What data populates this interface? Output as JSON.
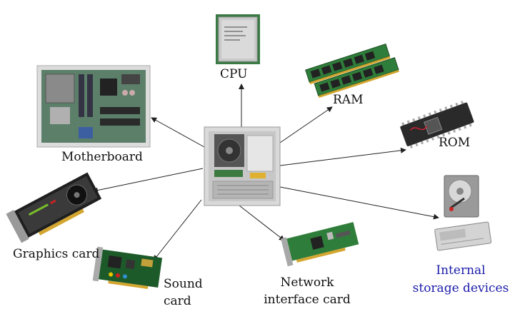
{
  "labels": {
    "cpu": "CPU",
    "ram": "RAM",
    "rom": "ROM",
    "motherboard": "Motherboard",
    "graphics_card": "Graphics card",
    "sound_card_line1": "Sound",
    "sound_card_line2": "card",
    "network_line1": "Network",
    "network_line2": "interface card",
    "storage_line1": "Internal",
    "storage_line2": "storage devices"
  },
  "colors": {
    "label_text": "#111111",
    "storage_label": "#1a1aaa",
    "arrow": "#222222",
    "pcb_green": "#2f7d3a",
    "pcb_dark": "#1d4d25"
  }
}
